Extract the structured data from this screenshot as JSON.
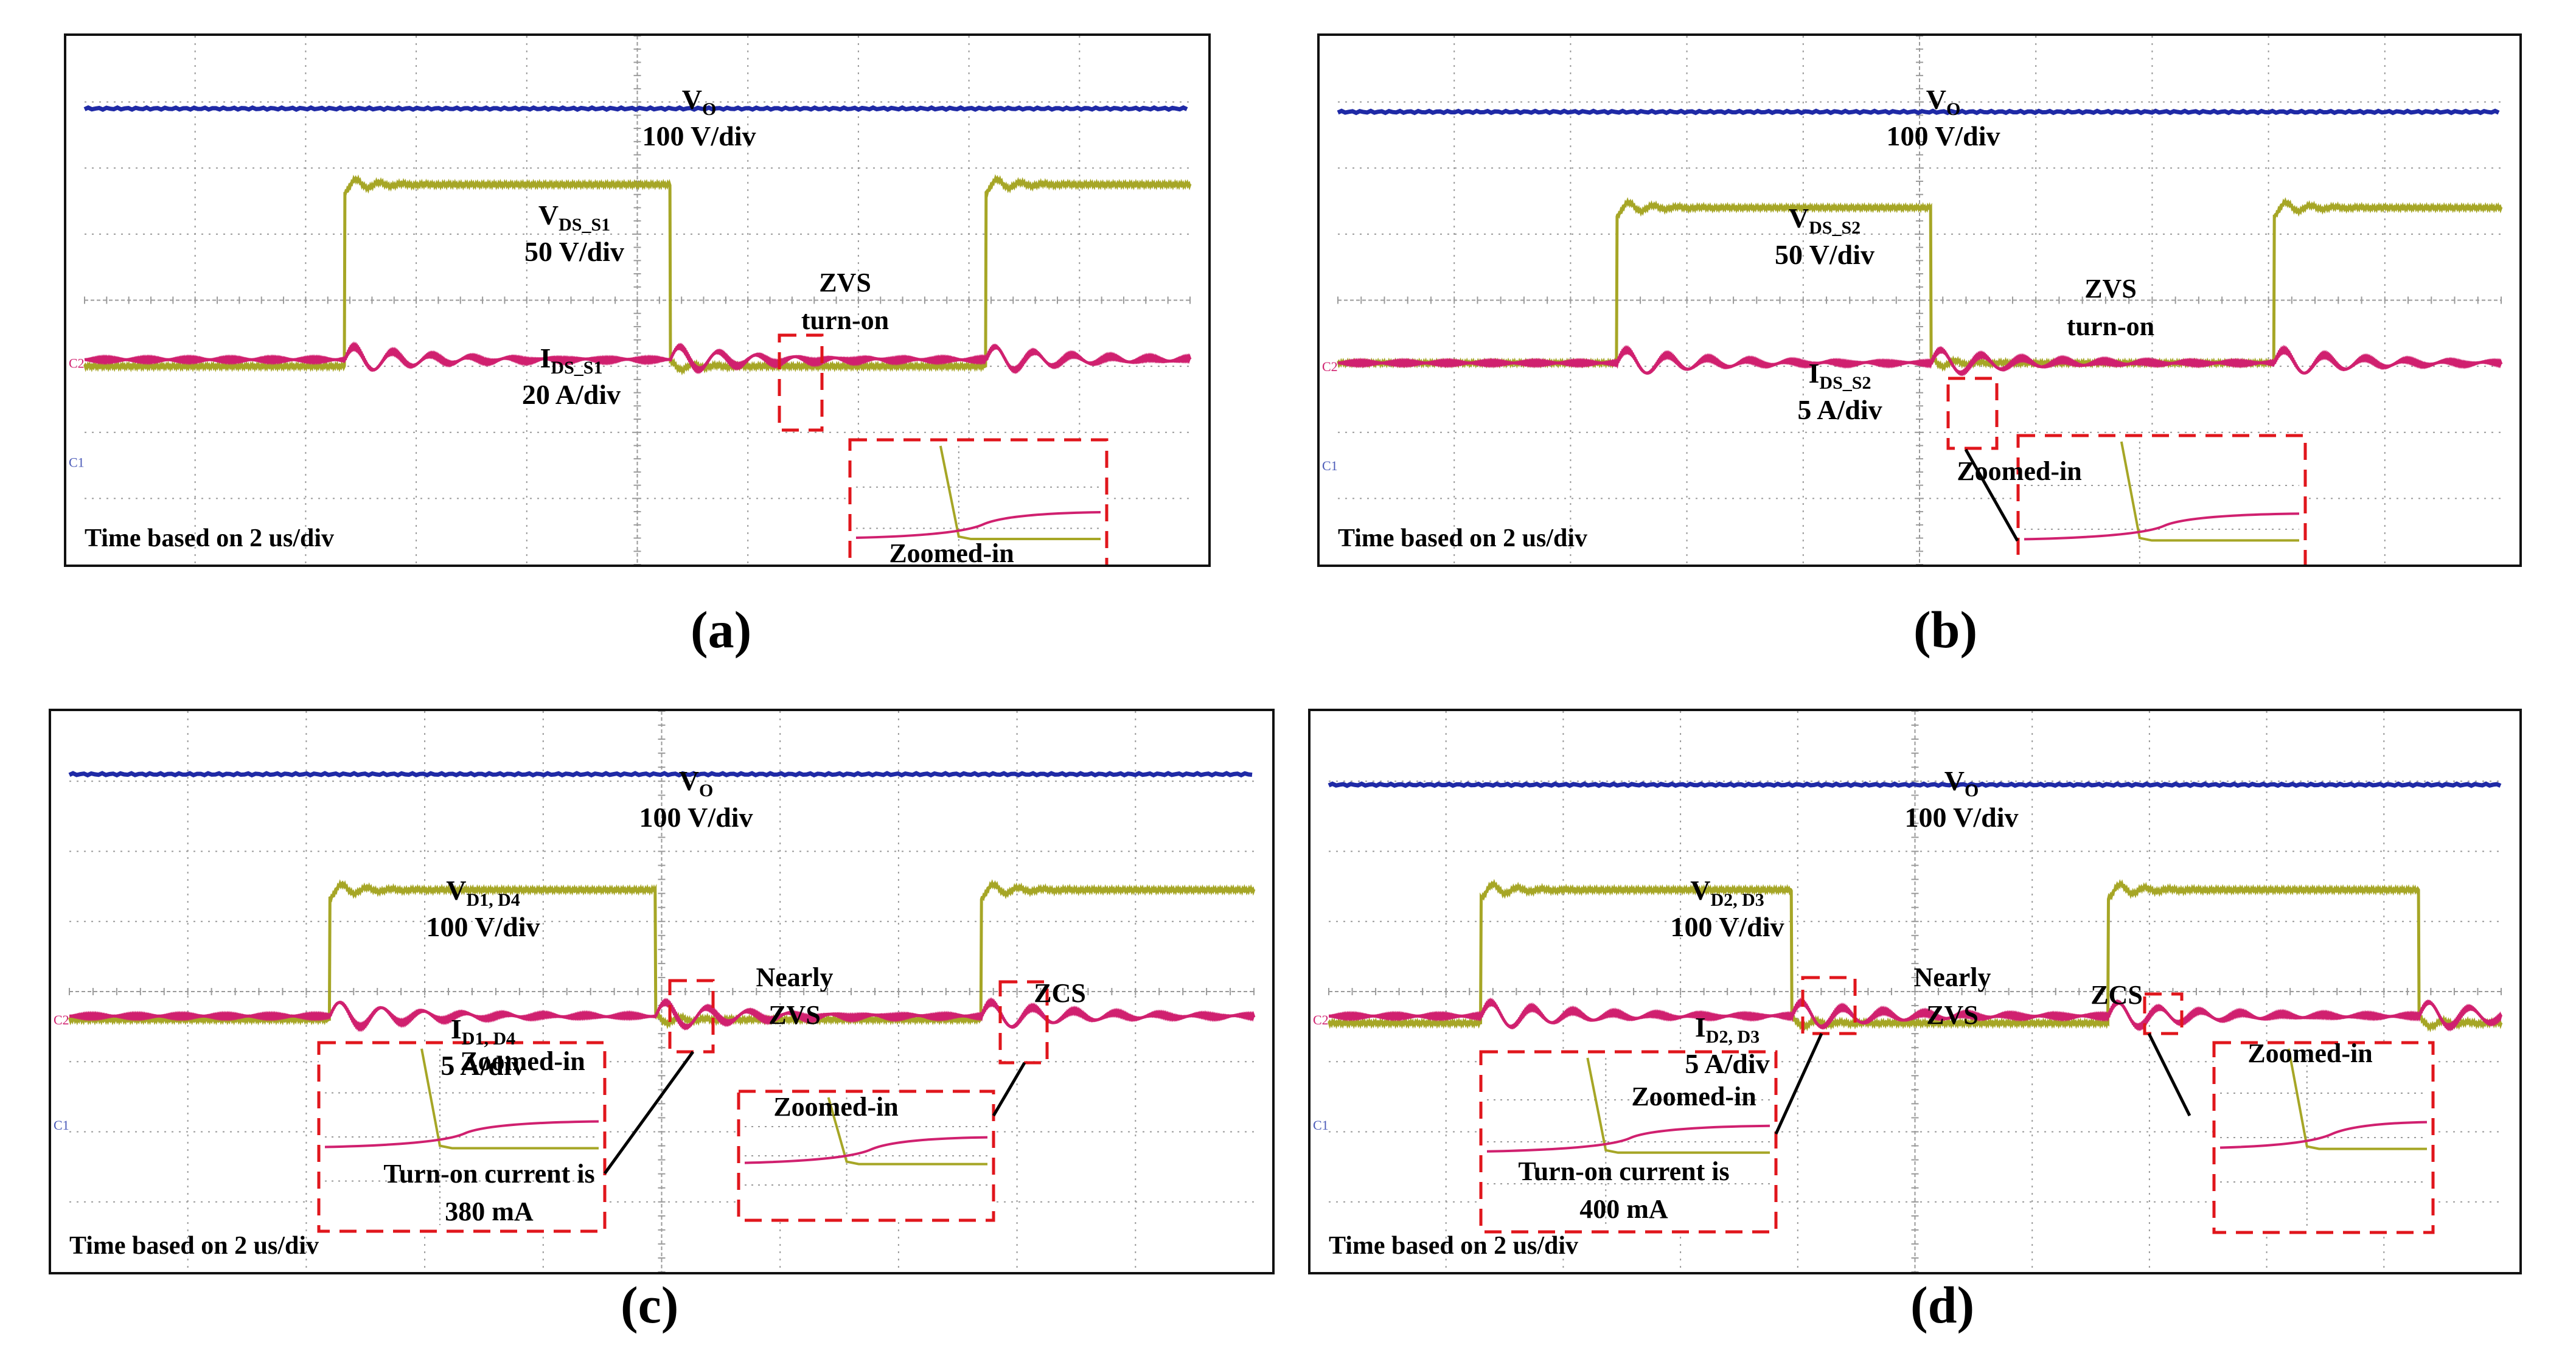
{
  "colors": {
    "vo": "#1f2aa6",
    "vds": "#a6a626",
    "ids": "#d0206f",
    "grid": "#9a9a9a",
    "zoom_box": "#e0161c",
    "marker": "#4a5ab8"
  },
  "chart_data": [
    {
      "type": "line",
      "panel_label": "(a)",
      "time_base": "Time based on 2 us/div",
      "x_divisions": 10,
      "y_divisions": 8,
      "channel_markers": [
        "C2",
        "C1"
      ],
      "grid": true,
      "series": [
        {
          "name": "V",
          "sub": "O",
          "scale": "100 V/div",
          "level_div": 6.9
        },
        {
          "name": "V",
          "sub": "DS_S1",
          "scale": "50 V/div",
          "edges_div": [
            {
              "t": 2.35,
              "to": 1
            },
            {
              "t": 5.3,
              "to": 0
            },
            {
              "t": 8.15,
              "to": 1
            }
          ],
          "low_div": 3.0,
          "high_div": 5.75
        },
        {
          "name": "I",
          "sub": "DS_S1",
          "scale": "20 A/div",
          "baseline_div": 3.05
        }
      ],
      "annotations": [
        {
          "text": [
            "ZVS",
            "turn-on"
          ]
        },
        {
          "text": [
            "Zoomed-in"
          ]
        }
      ]
    },
    {
      "type": "line",
      "panel_label": "(b)",
      "time_base": "Time based on 2 us/div",
      "x_divisions": 10,
      "y_divisions": 8,
      "channel_markers": [
        "C2",
        "C1"
      ],
      "grid": true,
      "series": [
        {
          "name": "V",
          "sub": "O",
          "scale": "100 V/div",
          "level_div": 6.85
        },
        {
          "name": "V",
          "sub": "DS_S2",
          "scale": "50 V/div",
          "edges_div": [
            {
              "t": 2.4,
              "to": 1
            },
            {
              "t": 5.1,
              "to": 0
            },
            {
              "t": 8.05,
              "to": 1
            }
          ],
          "low_div": 3.05,
          "high_div": 5.4
        },
        {
          "name": "I",
          "sub": "DS_S2",
          "scale": "5 A/div",
          "baseline_div": 3.0
        }
      ],
      "annotations": [
        {
          "text": [
            "ZVS",
            "turn-on"
          ]
        },
        {
          "text": [
            "Zoomed-in"
          ]
        }
      ]
    },
    {
      "type": "line",
      "panel_label": "(c)",
      "time_base": "Time based on 2 us/div",
      "x_divisions": 10,
      "y_divisions": 8,
      "channel_markers": [
        "C2",
        "C1"
      ],
      "grid": true,
      "series": [
        {
          "name": "V",
          "sub": "O",
          "scale": "100 V/div",
          "level_div": 7.1
        },
        {
          "name": "V",
          "sub": "D1, D4",
          "scale": "100 V/div",
          "edges_div": [
            {
              "t": 2.2,
              "to": 1
            },
            {
              "t": 4.95,
              "to": 0
            },
            {
              "t": 7.7,
              "to": 1
            }
          ],
          "low_div": 3.6,
          "high_div": 5.45
        },
        {
          "name": "I",
          "sub": "D1, D4",
          "scale": "5 A/div",
          "baseline_div": 3.6
        }
      ],
      "annotations": [
        {
          "text": [
            "Nearly",
            "ZVS"
          ]
        },
        {
          "text": [
            "ZCS"
          ]
        },
        {
          "text": [
            "Zoomed-in"
          ]
        },
        {
          "text": [
            "Turn-on current is",
            "380 mA"
          ]
        },
        {
          "text": [
            "Zoomed-in"
          ]
        }
      ]
    },
    {
      "type": "line",
      "panel_label": "(d)",
      "time_base": "Time based on 2 us/div",
      "x_divisions": 10,
      "y_divisions": 8,
      "channel_markers": [
        "C2",
        "C1"
      ],
      "grid": true,
      "series": [
        {
          "name": "V",
          "sub": "O",
          "scale": "100 V/div",
          "level_div": 6.95
        },
        {
          "name": "V",
          "sub": "D2, D3",
          "scale": "100 V/div",
          "edges_div": [
            {
              "t": 1.3,
              "to": 1
            },
            {
              "t": 3.95,
              "to": 0
            },
            {
              "t": 6.65,
              "to": 1
            },
            {
              "t": 9.3,
              "to": 0
            }
          ],
          "low_div": 3.55,
          "high_div": 5.45
        },
        {
          "name": "I",
          "sub": "D2, D3",
          "scale": "5 A/div",
          "baseline_div": 3.6
        }
      ],
      "annotations": [
        {
          "text": [
            "Nearly",
            "ZVS"
          ]
        },
        {
          "text": [
            "ZCS"
          ]
        },
        {
          "text": [
            "Zoomed-in"
          ]
        },
        {
          "text": [
            "Turn-on current is",
            "400 mA"
          ]
        },
        {
          "text": [
            "Zoomed-in"
          ]
        }
      ]
    }
  ]
}
